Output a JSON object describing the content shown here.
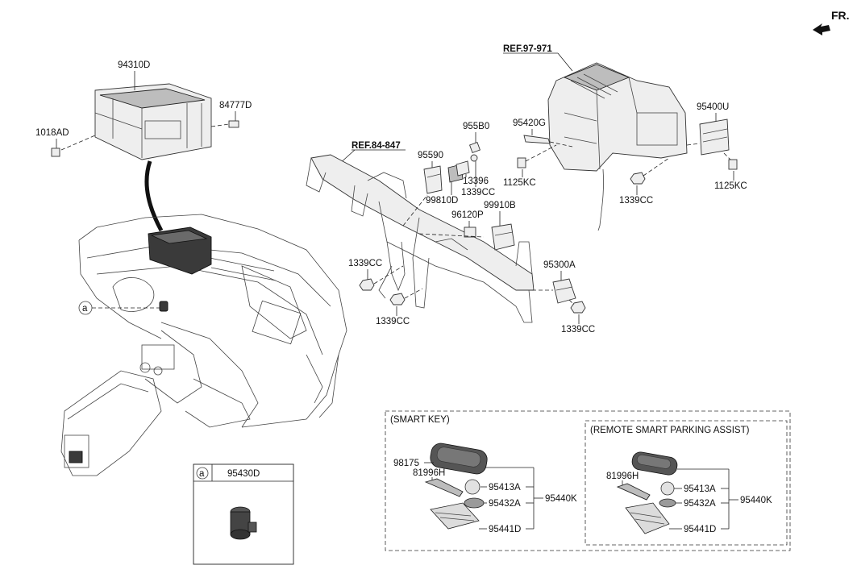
{
  "header": {
    "fr_label": "FR."
  },
  "refs": {
    "ref_hvac": "REF.97-971",
    "ref_cowl": "REF.84-847"
  },
  "parts": {
    "p94310D": "94310D",
    "p84777D": "84777D",
    "p1018AD": "1018AD",
    "p955B0": "955B0",
    "p95590": "95590",
    "p13396": "13396",
    "p1339CC_a": "1339CC",
    "p99810D": "99810D",
    "p96120P": "96120P",
    "p99910B": "99910B",
    "p95420G": "95420G",
    "p1125KC_a": "1125KC",
    "p95400U": "95400U",
    "p1125KC_b": "1125KC",
    "p1339CC_b": "1339CC",
    "p1339CC_c": "1339CC",
    "p1339CC_d": "1339CC",
    "p95300A": "95300A",
    "p1339CC_e": "1339CC"
  },
  "callout": {
    "circle": "a",
    "box_circle": "a",
    "box_part": "95430D"
  },
  "smart_key": {
    "title": "(SMART KEY)",
    "p98175": "98175",
    "p81996H": "81996H",
    "p95413A": "95413A",
    "p95432A": "95432A",
    "p95441D": "95441D",
    "p95440K": "95440K"
  },
  "rspa": {
    "title": "(REMOTE SMART PARKING ASSIST)",
    "p81996H": "81996H",
    "p95413A": "95413A",
    "p95432A": "95432A",
    "p95441D": "95441D",
    "p95440K": "95440K"
  }
}
